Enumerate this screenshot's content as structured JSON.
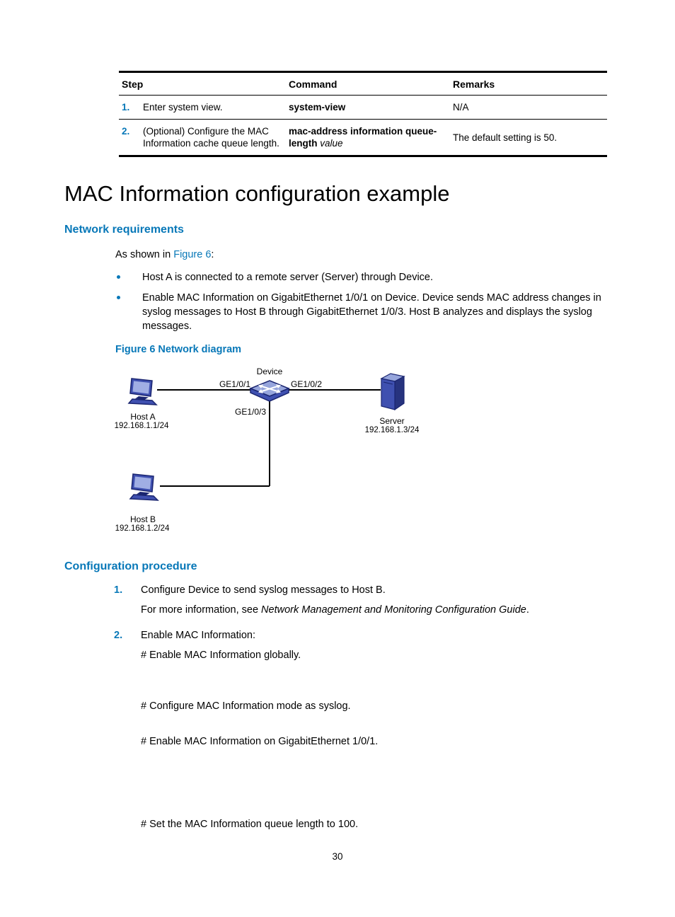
{
  "colors": {
    "accent_blue": "#0878b8",
    "table_border": "#000000",
    "diagram_line": "#000000",
    "icon_blue": "#3f50b0",
    "icon_dark_blue": "#1a2570",
    "icon_light_blue": "#96a5dc"
  },
  "icons": {
    "device": "switch-icon",
    "host_a": "computer-icon",
    "host_b": "computer-icon",
    "server": "server-tower-icon"
  },
  "command_table": {
    "headers": [
      "Step",
      "Command",
      "Remarks"
    ],
    "rows": [
      {
        "num": "1.",
        "step": "Enter system view.",
        "command_bold": "system-view",
        "command_italic": "",
        "remarks": "N/A"
      },
      {
        "num": "2.",
        "step": "(Optional) Configure the MAC Information cache queue length.",
        "command_bold": "mac-address information queue-length",
        "command_italic": " value",
        "remarks": "The default setting is 50."
      }
    ]
  },
  "title": "MAC Information configuration example",
  "network_requirements": {
    "heading": "Network requirements",
    "intro_prefix": "As shown in ",
    "intro_link": "Figure 6",
    "intro_suffix": ":",
    "bullets": [
      "Host A is connected to a remote server (Server) through Device.",
      "Enable MAC Information on GigabitEthernet 1/0/1 on Device. Device sends MAC address changes in syslog messages to Host B through GigabitEthernet 1/0/3. Host B analyzes and displays the syslog messages."
    ],
    "figure_caption": "Figure 6 Network diagram"
  },
  "diagram": {
    "device": {
      "label": "Device"
    },
    "ports": {
      "ge1": "GE1/0/1",
      "ge2": "GE1/0/2",
      "ge3": "GE1/0/3"
    },
    "host_a": {
      "label": "Host A",
      "ip": "192.168.1.1/24"
    },
    "server": {
      "label": "Server",
      "ip": "192.168.1.3/24"
    },
    "host_b": {
      "label": "Host B",
      "ip": "192.168.1.2/24"
    }
  },
  "configuration_procedure": {
    "heading": "Configuration procedure",
    "steps": [
      {
        "num": "1.",
        "text": "Configure Device to send syslog messages to Host B.",
        "note_prefix": "For more information, see ",
        "note_italic": "Network Management and Monitoring Configuration Guide",
        "note_suffix": "."
      },
      {
        "num": "2.",
        "text": "Enable MAC Information:",
        "comments": [
          "# Enable MAC Information globally.",
          "# Configure MAC Information mode as syslog.",
          "# Enable MAC Information on GigabitEthernet 1/0/1.",
          "# Set the MAC Information queue length to 100."
        ]
      }
    ]
  },
  "page_number": "30"
}
